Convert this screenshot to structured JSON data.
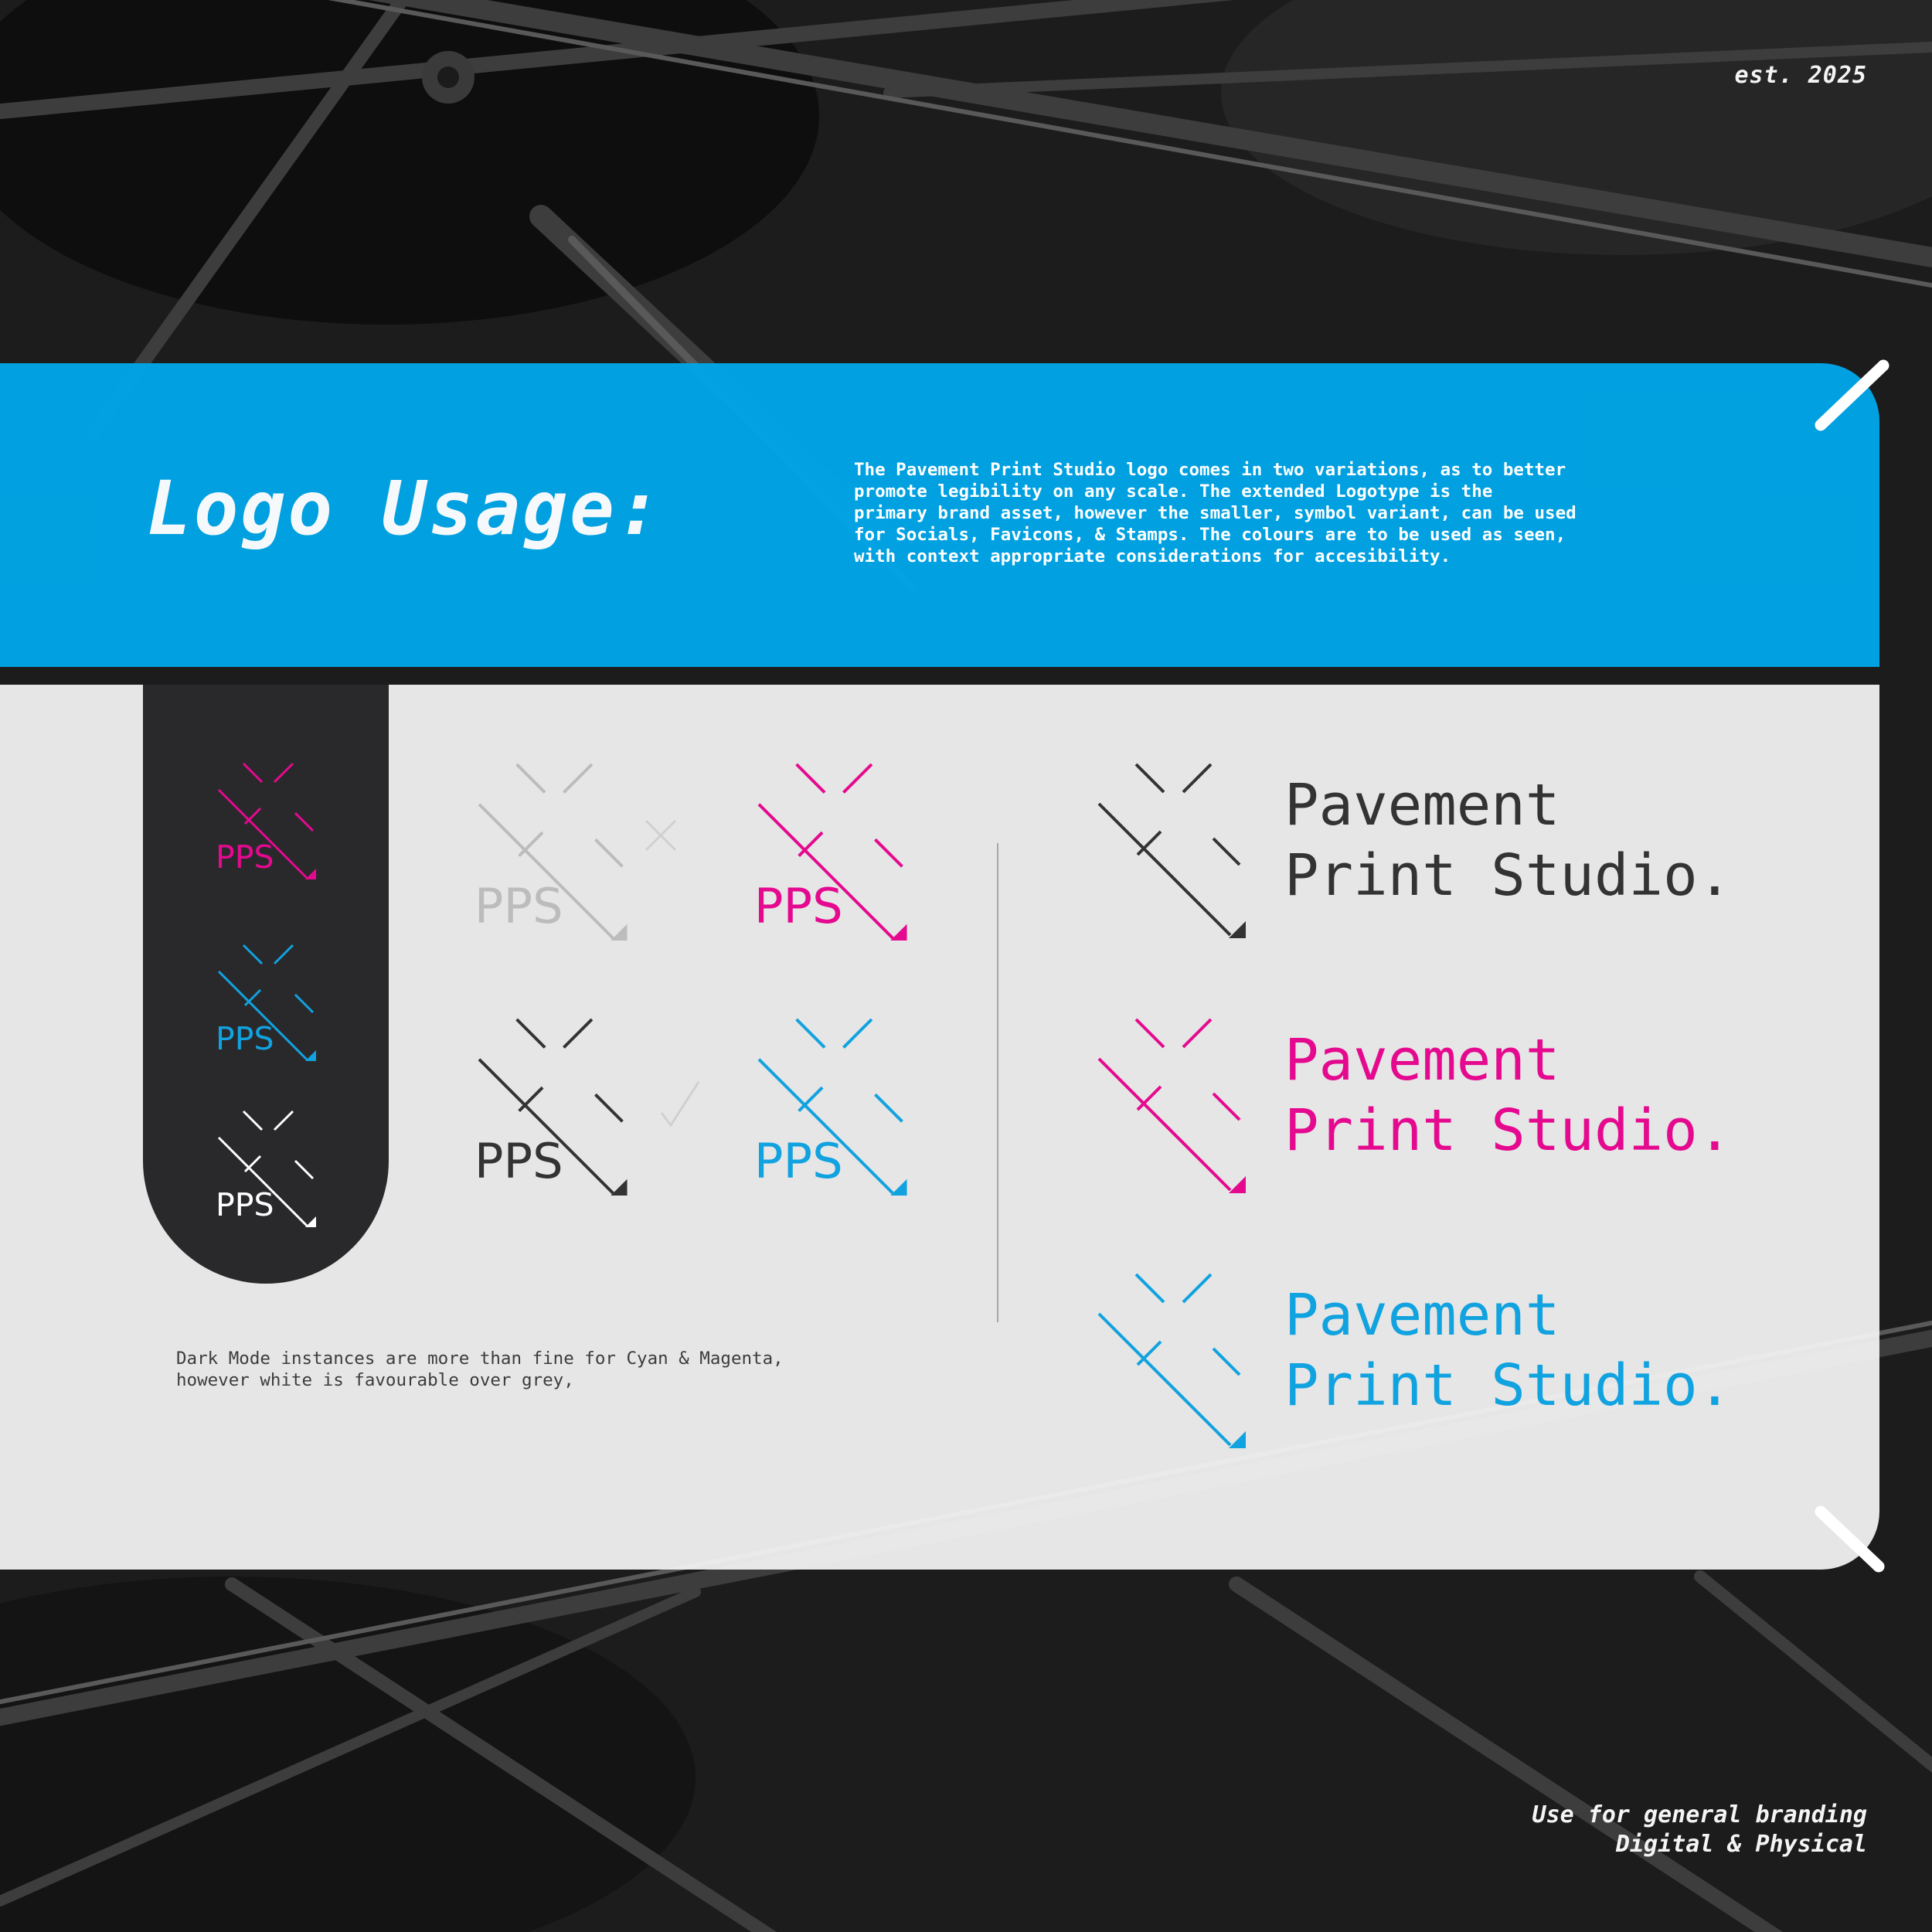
{
  "est": "est. 2025",
  "banner": {
    "title": "Logo Usage:",
    "description": [
      "The Pavement Print Studio logo comes in two variations, as to better",
      "promote legibility on any scale. The extended Logotype is the",
      "primary brand asset, however the smaller, symbol variant, can be used",
      "for Socials, Favicons, & Stamps. The colours are to be used as seen,",
      "with context appropriate considerations for accesibility."
    ]
  },
  "symbol_text": "PPS",
  "wordmark": {
    "line1": "Pavement",
    "line2": "Print Studio."
  },
  "note": [
    "Dark Mode instances are more than fine for Cyan & Magenta,",
    "however white is favourable over grey,"
  ],
  "footer": {
    "line1": "Use for general branding",
    "line2": "Digital & Physical"
  },
  "colors": {
    "cyan": "#11a2e0",
    "magenta": "#e5098f",
    "charcoal": "#333333",
    "grey": "#bcbcbc",
    "white": "#ffffff",
    "banner": "#00a6e8",
    "dark_pill": "#29292b"
  },
  "icons": {
    "cross_mark": "x-mark-icon",
    "check_mark": "check-mark-icon",
    "corner_mark": "slash-corner-icon"
  }
}
